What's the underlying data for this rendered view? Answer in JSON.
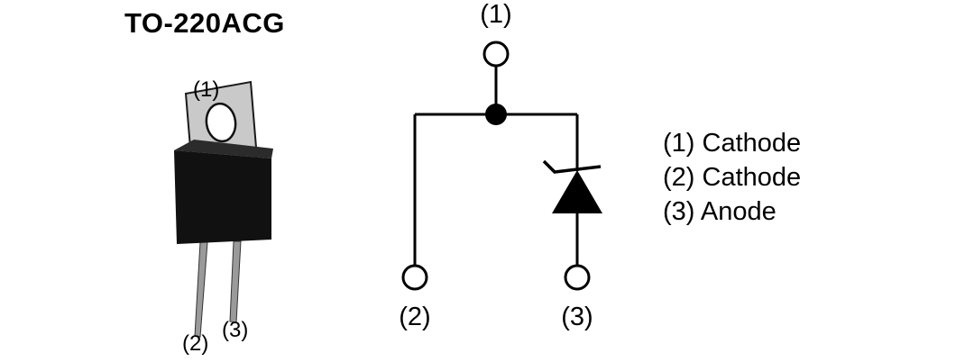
{
  "title": "TO-220ACG",
  "package": {
    "pin1": "(1)",
    "pin2": "(2)",
    "pin3": "(3)"
  },
  "schematic": {
    "pin1": "(1)",
    "pin2": "(2)",
    "pin3": "(3)"
  },
  "legend": {
    "items": [
      {
        "label": "(1) Cathode"
      },
      {
        "label": "(2) Cathode"
      },
      {
        "label": "(3) Anode"
      }
    ]
  },
  "colors": {
    "background": "#ffffff",
    "ink": "#000000",
    "package_body": "#111111",
    "package_tab": "#c9c9c9",
    "lead": "#9a9a9a"
  }
}
